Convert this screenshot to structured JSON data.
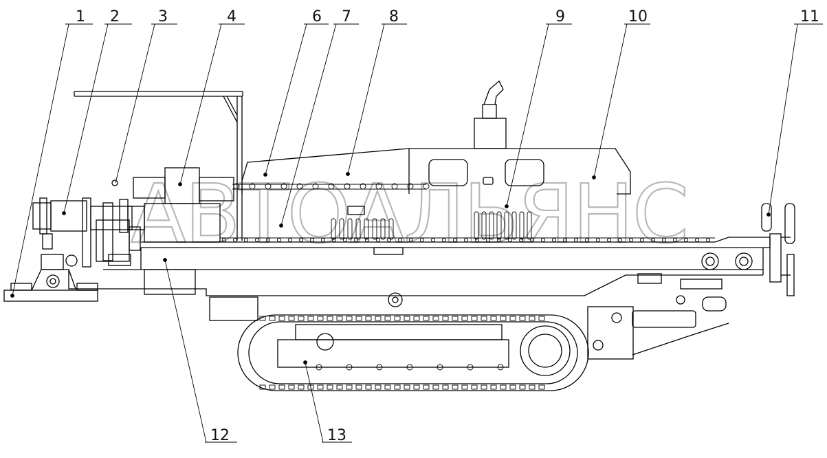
{
  "watermark": "АВТОАЛЬЯНС",
  "callouts": [
    "1",
    "2",
    "3",
    "4",
    "6",
    "7",
    "8",
    "9",
    "10",
    "11",
    "12",
    "13"
  ]
}
